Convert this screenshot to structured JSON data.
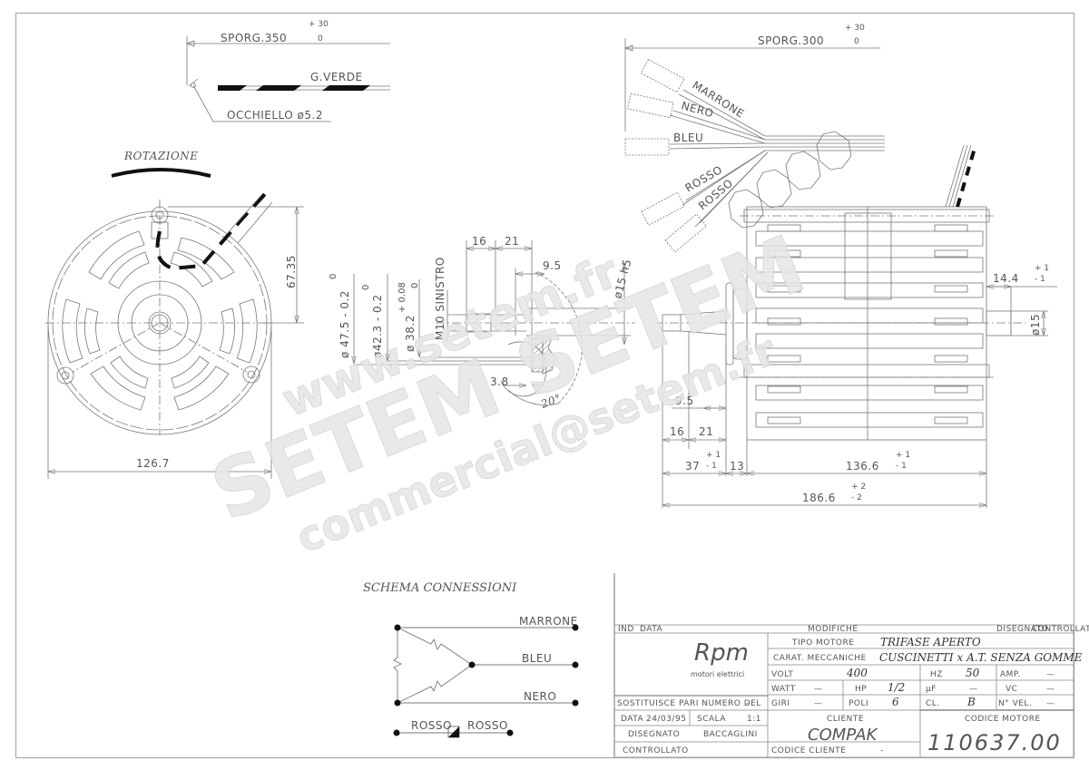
{
  "drawing": {
    "top_left": {
      "sporg_label": "SPORG.350",
      "sporg_tol_plus": "+ 30",
      "sporg_tol_minus": "0",
      "wire_label": "G.VERDE",
      "eyelet_label": "OCCHIELLO ø5.2"
    },
    "top_right": {
      "sporg_label": "SPORG.300",
      "sporg_tol_plus": "+ 30",
      "sporg_tol_minus": "0",
      "wires": [
        "MARRONE",
        "NERO",
        "BLEU",
        "ROSSO",
        "ROSSO"
      ]
    },
    "front_view": {
      "rotation_label": "ROTAZIONE",
      "dim_height": "67.35",
      "dim_width": "126.7"
    },
    "shaft_detail": {
      "dia1": "ø 47.5 - 0.2",
      "dia1_tol": "0",
      "dia2": "ø42.3 - 0.2",
      "dia2_tol": "0",
      "dia3": "ø 38.2",
      "dia3_tol_plus": "+ 0.08",
      "dia3_tol_minus": "0",
      "thread": "M10 SINISTRO",
      "dim_16": "16",
      "dim_21": "21",
      "dim_9_5": "9.5",
      "shaft_dia": "ø15 h5",
      "dim_3_8": "3.8",
      "angle": "20°"
    },
    "side_view": {
      "dim_14_4": "14.4",
      "dim_14_4_tol_plus": "+ 1",
      "dim_14_4_tol_minus": "- 1",
      "shaft_dia": "ø15",
      "dim_9_5": "9.5",
      "dim_16": "16",
      "dim_21": "21",
      "dim_37": "37",
      "dim_37_tol_plus": "+ 1",
      "dim_37_tol_minus": "- 1",
      "dim_13": "13",
      "dim_136_6": "136.6",
      "dim_136_6_tol_plus": "+ 1",
      "dim_136_6_tol_minus": "- 1",
      "dim_186_6": "186.6",
      "dim_186_6_tol_plus": "+ 2",
      "dim_186_6_tol_minus": "- 2"
    },
    "schema": {
      "title": "SCHEMA CONNESSIONI",
      "wires": [
        "MARRONE",
        "BLEU",
        "NERO"
      ],
      "rosso_left": "ROSSO",
      "rosso_right": "ROSSO"
    },
    "watermark": {
      "line1": "www.setem.fr",
      "line2": "SETEM SETEM",
      "line3": "commercial@setem.fr",
      "line4": "setem.fr"
    }
  },
  "title_block": {
    "header": {
      "ind": "IND",
      "data": "DATA",
      "modifiche": "MODIFICHE",
      "disegnato": "DISEGNATO",
      "controllato": "CONTROLLATO"
    },
    "logo": {
      "brand": "Rpm",
      "subtitle": "motori elettrici"
    },
    "tipo_motore": {
      "label": "TIPO MOTORE",
      "value": "TRIFASE   APERTO"
    },
    "carat_meccaniche": {
      "label": "CARAT. MECCANICHE",
      "value": "CUSCINETTI x A.T. SENZA GOMME"
    },
    "specs": {
      "volt_label": "VOLT",
      "volt_value": "400",
      "hz_label": "HZ",
      "hz_value": "50",
      "amp_label": "AMP.",
      "amp_value": "—",
      "watt_label": "WATT",
      "watt_value": "—",
      "hp_label": "HP",
      "hp_value": "1/2",
      "uf_label": "µF",
      "uf_value": "—",
      "vc_label": "VC",
      "vc_value": "—",
      "giri_label": "GIRI",
      "giri_value": "—",
      "poli_label": "POLI",
      "poli_value": "6",
      "cl_label": "CL.",
      "cl_value": "B",
      "nvel_label": "N° VEL.",
      "nvel_value": "—"
    },
    "sostituisce": {
      "label": "SOSTITUISCE PARI NUMERO DEL",
      "value": "-"
    },
    "data": {
      "label": "DATA",
      "value": "24/03/95"
    },
    "scala": {
      "label": "SCALA",
      "value": "1:1"
    },
    "disegnato": {
      "label": "DISEGNATO",
      "value": "BACCAGLINI"
    },
    "controllato": {
      "label": "CONTROLLATO",
      "value": ""
    },
    "cliente": {
      "label": "CLIENTE",
      "value": "COMPAK"
    },
    "codice_cliente": {
      "label": "CODICE CLIENTE",
      "value": "-"
    },
    "codice_motore": {
      "label": "CODICE MOTORE",
      "value": "110637.00"
    }
  }
}
